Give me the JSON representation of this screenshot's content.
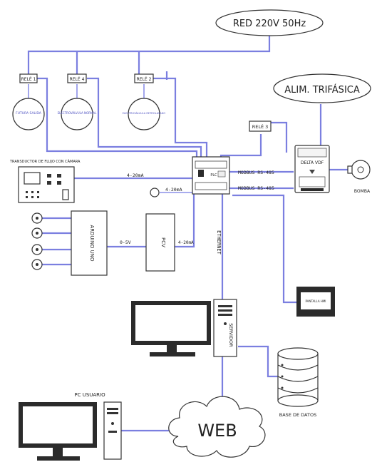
{
  "labels": {
    "red": "RED 220V 50Hz",
    "alim": "ALIM. TRIFÁSICA",
    "rele1": "RELÉ 1",
    "rele4": "RELÉ 4",
    "rele2": "RELÉ 2",
    "rele3": "RELÉ 3",
    "futura_salida": "FUTURA SALIDA",
    "electro_normal": "ELECTROVÁLVULA NORMAL",
    "electro_retroalim": "ELECTROVÁLVULA RETROLAVADO",
    "transductor": "TRANSDUCTOR DE FLUJO CON CÁMARA",
    "ma_transductor": "4-20mA",
    "ma_sensor": "4-20mA",
    "modbus1": "MODBUS RS-485",
    "modbus2": "MODBUS RS-485",
    "delta_vdf": "DELTA VDF",
    "bomba": "BOMBA",
    "arduino": "ARDUINO UNO",
    "v05": "0-5V",
    "pcv": "PCV",
    "ma_pcv": "4-20mA",
    "ethernet": "ETHERNET",
    "pantalla": "PANTALLA HMI",
    "servidor": "SERVIDOR",
    "base_datos": "BASE DE DATOS",
    "pc_usuario": "PC USUARIO",
    "web": "WEB"
  },
  "colors": {
    "wire": "#7b7fe0",
    "outline": "#333333"
  }
}
